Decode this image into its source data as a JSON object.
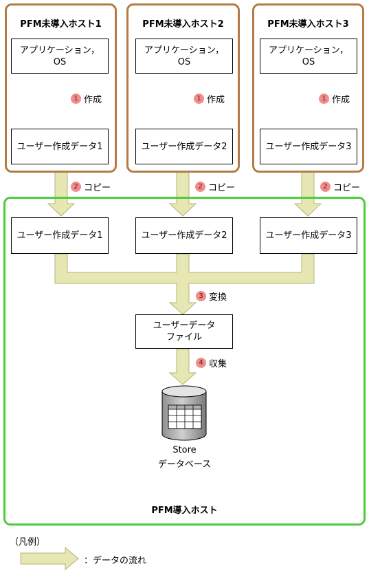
{
  "hosts": [
    {
      "title": "PFM未導入ホスト1",
      "app": "アプリケーション，\nOS",
      "step_label": "作成",
      "data": "ユーザー作成データ1",
      "copy_label": "コピー"
    },
    {
      "title": "PFM未導入ホスト2",
      "app": "アプリケーション，\nOS",
      "step_label": "作成",
      "data": "ユーザー作成データ2",
      "copy_label": "コピー"
    },
    {
      "title": "PFM未導入ホスト3",
      "app": "アプリケーション，\nOS",
      "step_label": "作成",
      "data": "ユーザー作成データ3",
      "copy_label": "コピー"
    }
  ],
  "pfm_host": {
    "title": "PFM導入ホスト",
    "copies": [
      "ユーザー作成データ1",
      "ユーザー作成データ2",
      "ユーザー作成データ3"
    ],
    "convert_label": "変換",
    "user_data_file": "ユーザーデータ\nファイル",
    "collect_label": "収集",
    "store_line1": "Store",
    "store_line2": "データベース"
  },
  "steps": {
    "create": "1",
    "copy": "2",
    "convert": "3",
    "collect": "4"
  },
  "legend": {
    "title": "（凡例）",
    "flow_label": "：データの流れ"
  },
  "colors": {
    "host_border": "#b47a47",
    "pfm_border": "#4ccc3a",
    "arrow_fill": "#e7e7b4",
    "arrow_stroke": "#b3b37a",
    "badge": "#f08c8c"
  }
}
